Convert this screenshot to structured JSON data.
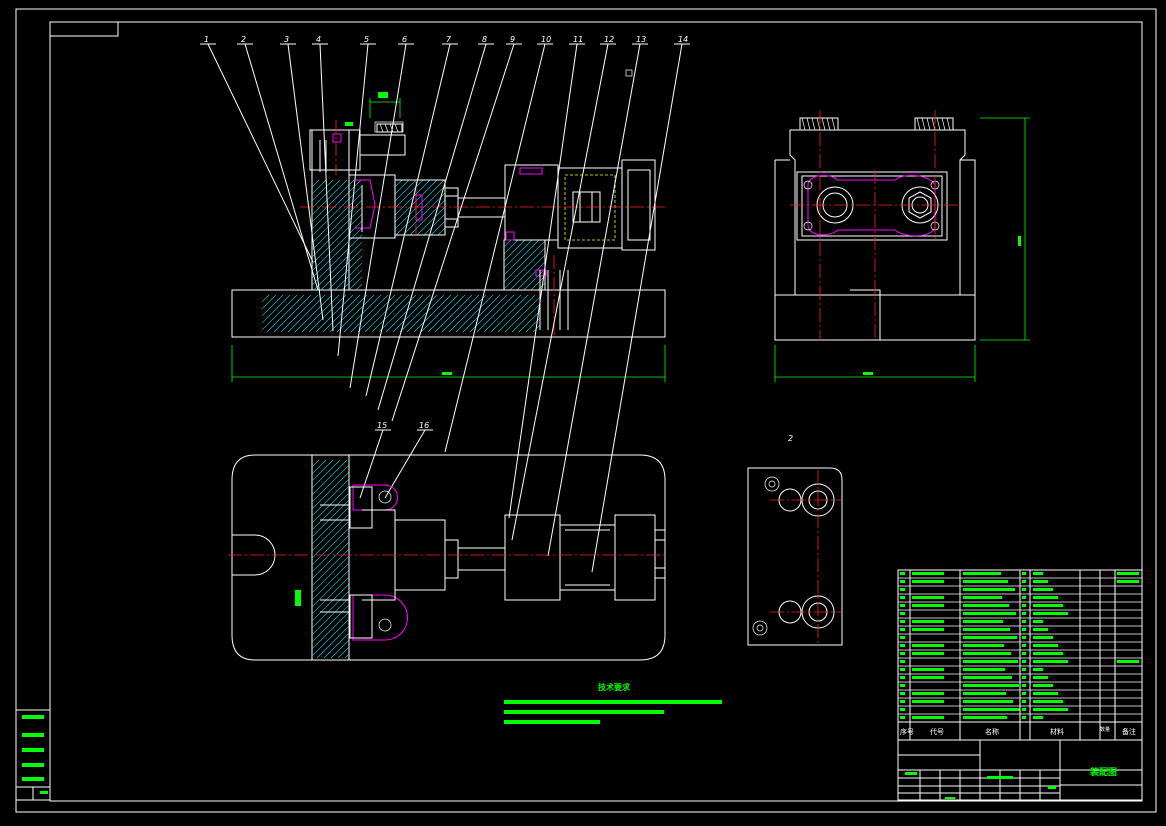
{
  "colors": {
    "background": "#000000",
    "outline": "#ffffff",
    "centerline": "#ff2020",
    "dimension": "#00ff00",
    "highlight": "#ff00ff",
    "hatch": "#00e5ff"
  },
  "balloons": [
    "1",
    "2",
    "3",
    "4",
    "5",
    "6",
    "7",
    "8",
    "9",
    "10",
    "11",
    "12",
    "13",
    "14"
  ],
  "top_view_balloons": [
    "15",
    "16"
  ],
  "tech_title": "技术要求",
  "bom_header": {
    "seq": "序号",
    "code": "代号",
    "name": "名称",
    "qty": "数量",
    "material": "材料",
    "remark": "备注"
  },
  "title_block": {
    "drawing_name": "装配图"
  }
}
